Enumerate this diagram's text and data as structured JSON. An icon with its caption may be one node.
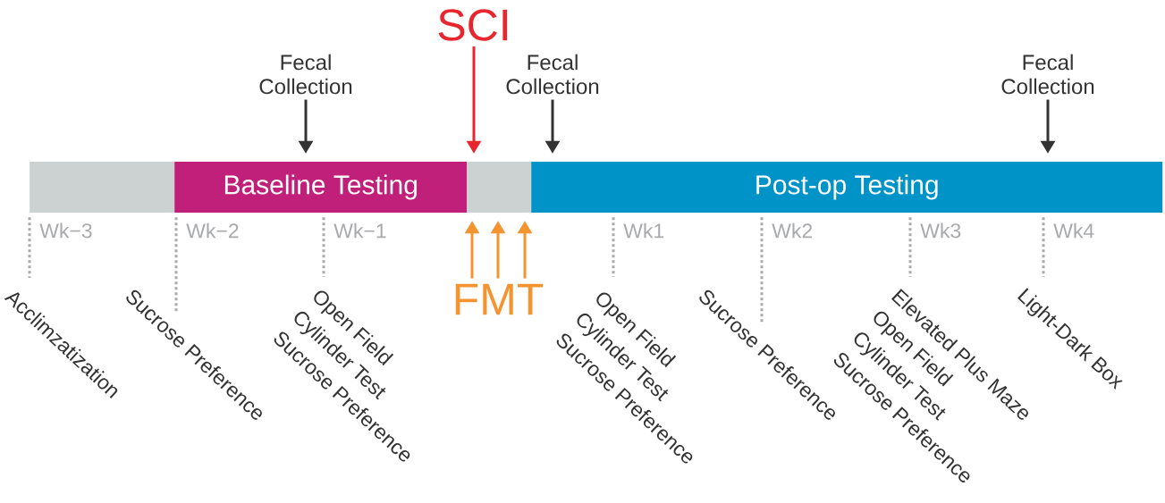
{
  "diagram": {
    "nodes": [
      {
        "text": [],
        "shape": "box"
      },
      {
        "text": [
          "Baseline Testing"
        ]
      },
      {
        "text": [],
        "shape": "box"
      },
      {
        "text": [
          "Post-op Testing"
        ]
      },
      {
        "text": [
          "Fecal Collection"
        ]
      },
      {
        "text": [
          "SCI"
        ]
      },
      {
        "text": [
          "Fecal Collection"
        ]
      },
      {
        "text": [
          "Fecal Collection"
        ]
      },
      {
        "text": [
          "FMT"
        ]
      },
      {
        "text": [
          "Acclimzatization"
        ]
      },
      {
        "text": [
          "Sucrose Preference"
        ]
      },
      {
        "text": [
          "Open Field",
          "Cylinder Test",
          "Sucrose Preference"
        ]
      },
      {
        "text": [
          "Open Field",
          "Cylinder Test",
          "Sucrose Preference"
        ]
      },
      {
        "text": [
          "Sucrose Preference"
        ]
      },
      {
        "text": [
          "Elevated Plus Maze",
          "Open Field",
          "Cylinder Test",
          "Sucrose Preference"
        ]
      },
      {
        "text": [
          "Light-Dark Box"
        ]
      }
    ],
    "edges": [
      {
        "from": 4,
        "to": 1,
        "arrow": "to",
        "color": "#333333"
      },
      {
        "from": 5,
        "to": 2,
        "arrow": "to",
        "color": "#e8262d"
      },
      {
        "from": 6,
        "to": 3,
        "arrow": "to",
        "color": "#333333"
      },
      {
        "from": 7,
        "to": 3,
        "arrow": "to",
        "color": "#333333"
      },
      {
        "from": 8,
        "to": 2,
        "arrow": "to",
        "color": "#f39430"
      },
      {
        "from": 8,
        "to": 2,
        "arrow": "to",
        "color": "#f39430"
      },
      {
        "from": 8,
        "to": 2,
        "arrow": "to",
        "color": "#f39430"
      },
      {
        "from": 0,
        "to": 9,
        "arrow": "none",
        "style": "dashed",
        "color": "#a7a9ac"
      },
      {
        "from": 0,
        "to": 10,
        "arrow": "none",
        "style": "dashed",
        "color": "#a7a9ac"
      },
      {
        "from": 1,
        "to": 11,
        "arrow": "none",
        "style": "dashed",
        "color": "#a7a9ac"
      },
      {
        "from": 3,
        "to": 12,
        "arrow": "none",
        "style": "dashed",
        "color": "#a7a9ac"
      },
      {
        "from": 3,
        "to": 13,
        "arrow": "none",
        "style": "dashed",
        "color": "#a7a9ac"
      },
      {
        "from": 3,
        "to": 14,
        "arrow": "none",
        "style": "dashed",
        "color": "#a7a9ac"
      },
      {
        "from": 3,
        "to": 15,
        "arrow": "none",
        "style": "dashed",
        "color": "#a7a9ac"
      }
    ],
    "labels": [
      "Wk−3",
      "Wk−2",
      "Wk−1",
      "Wk1",
      "Wk2",
      "Wk3",
      "Wk4"
    ]
  }
}
